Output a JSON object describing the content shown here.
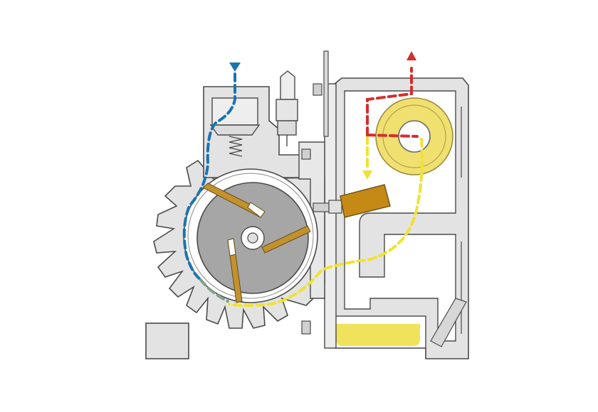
{
  "diagram": {
    "kind": "rotary-vane-pump-cross-section",
    "colors": {
      "background": "#ffffff",
      "housing_fill": "#e3e3e3",
      "housing_stroke": "#4a4a4a",
      "rotor_fill": "#a6a6a6",
      "vane_fill": "#c2922e",
      "oil_level_fill": "#f1e25c",
      "separator_ring_fill": "#efe070",
      "actuator_fill": "#c58a16",
      "inlet_flow": "#1a74b3",
      "outlet_flow": "#d62d2d",
      "oil_flow": "#f0e232",
      "transition_flow": "#7fa08a"
    },
    "flows": [
      {
        "name": "inlet",
        "color_key": "inlet_flow",
        "direction": "down"
      },
      {
        "name": "outlet",
        "color_key": "outlet_flow",
        "direction": "up"
      },
      {
        "name": "oil-return",
        "color_key": "oil_flow",
        "direction": "down"
      }
    ],
    "rotor": {
      "vane_count": 3
    }
  }
}
